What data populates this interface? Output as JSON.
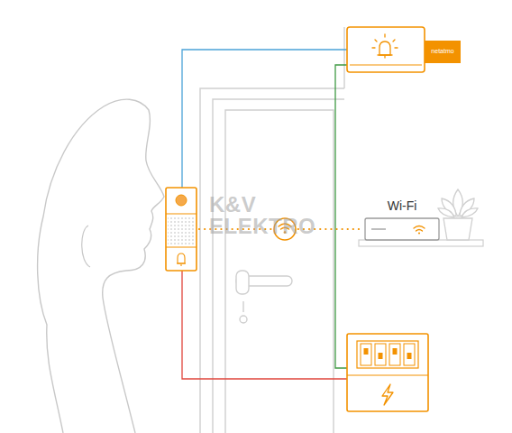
{
  "diagram": {
    "nodes": [
      {
        "text": [
          "netatmo"
        ]
      },
      {
        "text": [
          "Wi-Fi"
        ]
      }
    ],
    "labels": [
      "K&V",
      "ELEKTRO"
    ]
  }
}
